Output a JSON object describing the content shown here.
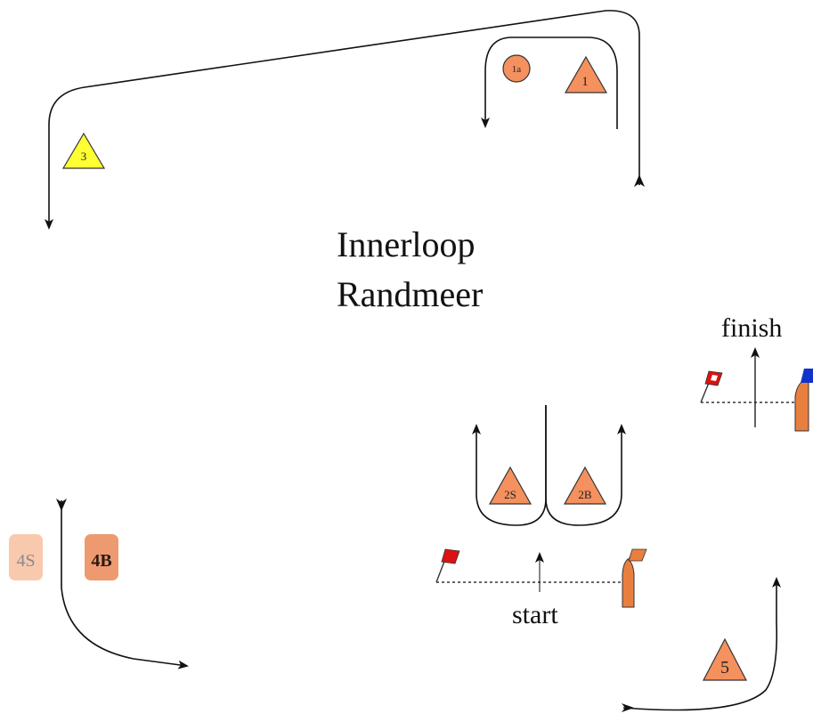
{
  "colors": {
    "orange": "#f4915e",
    "yellow": "#ffff33",
    "red_flag": "#dd1111",
    "blue_flag": "#1133cc",
    "light_orange": "#f9c9ae",
    "medium_orange": "#ee9a70"
  },
  "title": {
    "line1": "Innerloop",
    "line2": "Randmeer"
  },
  "labels": {
    "finish": "finish",
    "start": "start"
  },
  "marks": {
    "m1": "1",
    "m1a": "1a",
    "m3": "3",
    "m2s": "2S",
    "m2b": "2B",
    "m5": "5",
    "m4s": "4S",
    "m4b": "4B"
  }
}
